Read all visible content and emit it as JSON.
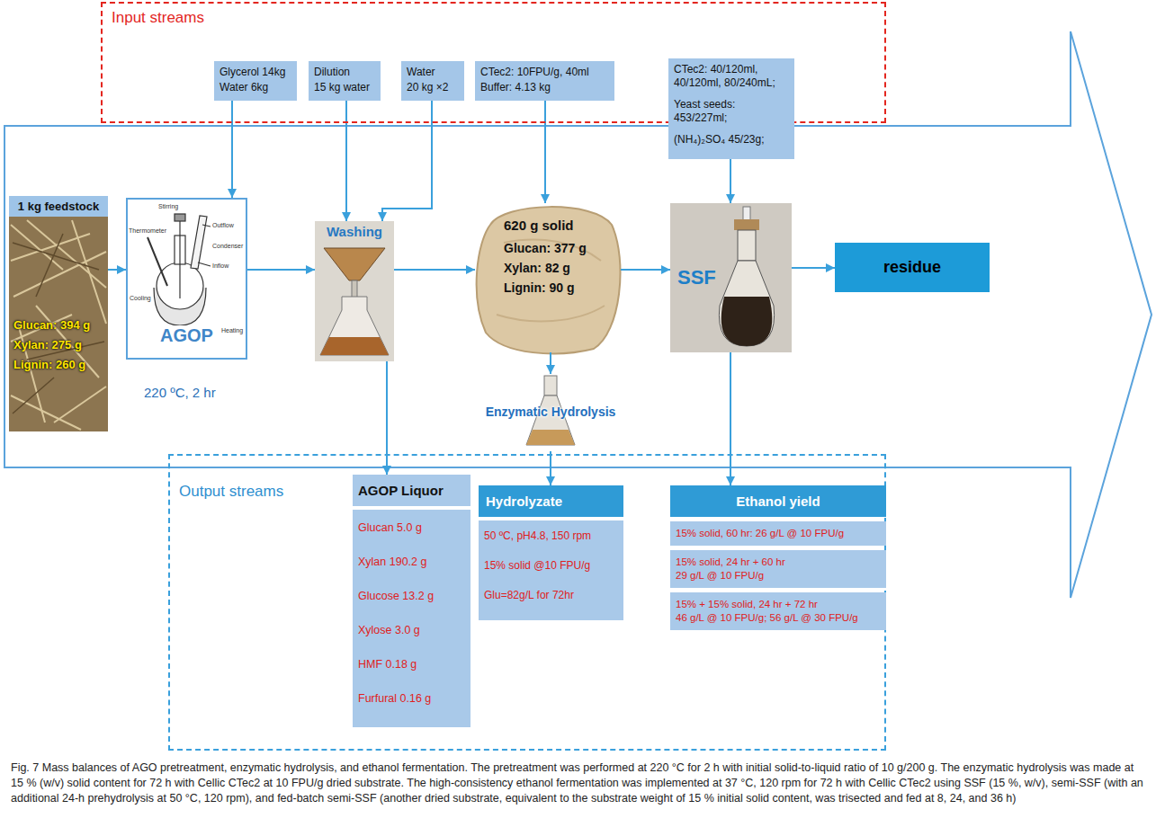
{
  "diagram": {
    "caption": "Fig. 7 Mass balances of AGO pretreatment, enzymatic hydrolysis, and ethanol fermentation. The pretreatment was performed at 220 °C for 2 h with initial solid-to-liquid ratio of 10 g/200 g. The enzymatic hydrolysis was made at 15 % (w/v) solid content for 72 h with Cellic CTec2 at 10 FPU/g dried substrate. The high-consistency ethanol fermentation was implemented at 37 °C, 120 rpm for 72 h with Cellic CTec2 using SSF (15 %, w/v), semi-SSF (with an additional 24-h prehydrolysis at 50 °C, 120 rpm), and fed-batch semi-SSF (another dried substrate, equivalent to the substrate weight of 15 % initial solid content, was trisected and fed at 8, 24, and 36 h)",
    "nodes": [
      {
        "text": [
          "Input streams"
        ]
      },
      {
        "text": [
          "Glycerol 14kg",
          "Water 6kg"
        ],
        "in": 0
      },
      {
        "text": [
          "Dilution",
          "15 kg water"
        ],
        "in": 0
      },
      {
        "text": [
          "Water",
          "20 kg ×2"
        ],
        "in": 0
      },
      {
        "text": [
          "CTec2: 10FPU/g, 40ml",
          "Buffer: 4.13 kg"
        ],
        "in": 0
      },
      {
        "text": [
          "CTec2: 40/120ml, 40/120ml, 80/240mL;",
          "Yeast seeds: 453/227ml;",
          "(NH₄)₂SO₄ 45/23g;"
        ],
        "in": 0
      },
      {
        "text": [
          "1 kg feedstock",
          "Glucan: 394 g",
          "Xylan: 275 g",
          "Lignin: 260 g"
        ]
      },
      {
        "text": [
          "AGOP"
        ]
      },
      {
        "text": [
          "Washing"
        ]
      },
      {
        "text": [
          "620 g solid",
          "Glucan: 377 g",
          "Xylan: 82 g",
          "Lignin: 90 g"
        ]
      },
      {
        "text": [
          "SSF"
        ]
      },
      {
        "text": [
          "residue"
        ]
      },
      {
        "text": [
          "Enzymatic Hydrolysis"
        ]
      },
      {
        "text": [
          "Output streams"
        ]
      },
      {
        "text": [
          "AGOP Liquor",
          "Glucan 5.0 g",
          "Xylan 190.2 g",
          "Glucose 13.2 g",
          "Xylose 3.0 g",
          "HMF 0.18 g",
          "Furfural 0.16 g"
        ],
        "in": 13
      },
      {
        "text": [
          "Hydrolyzate",
          "50 ºC, pH4.8, 150 rpm",
          "15% solid @10 FPU/g",
          "Glu=82g/L for 72hr"
        ],
        "in": 13
      },
      {
        "text": [
          "Ethanol yield"
        ],
        "in": 13
      },
      {
        "text": [
          "15% solid, 60 hr: 26 g/L @ 10 FPU/g"
        ],
        "in": 16
      },
      {
        "text": [
          "15% solid, 24 hr + 60 hr",
          "29 g/L @ 10 FPU/g"
        ],
        "in": 16
      },
      {
        "text": [
          "15% + 15% solid, 24 hr + 72 hr",
          "46 g/L @ 10 FPU/g; 56 g/L @ 30 FPU/g"
        ],
        "in": 16
      }
    ],
    "edges": [
      {
        "from": 1,
        "to": 7,
        "arrow": "to"
      },
      {
        "from": 2,
        "to": 8,
        "arrow": "to"
      },
      {
        "from": 3,
        "to": 8,
        "arrow": "to"
      },
      {
        "from": 4,
        "to": 9,
        "arrow": "to"
      },
      {
        "from": 5,
        "to": 10,
        "arrow": "to"
      },
      {
        "from": 6,
        "to": 7,
        "arrow": "to"
      },
      {
        "from": 7,
        "to": 8,
        "arrow": "to"
      },
      {
        "from": 8,
        "to": 9,
        "arrow": "to"
      },
      {
        "from": 9,
        "to": 10,
        "arrow": "to"
      },
      {
        "from": 10,
        "to": 11,
        "arrow": "to"
      },
      {
        "from": 9,
        "to": 12,
        "arrow": "to"
      },
      {
        "from": 12,
        "to": 15,
        "arrow": "to"
      },
      {
        "from": 8,
        "to": 14,
        "arrow": "to"
      },
      {
        "from": 10,
        "to": 16,
        "arrow": "to"
      }
    ],
    "labels": [
      "220 ºC, 2 hr",
      "Thermometer",
      "Stirring",
      "Outflow",
      "Condenser",
      "Inflow",
      "Cooling",
      "Heating"
    ]
  }
}
